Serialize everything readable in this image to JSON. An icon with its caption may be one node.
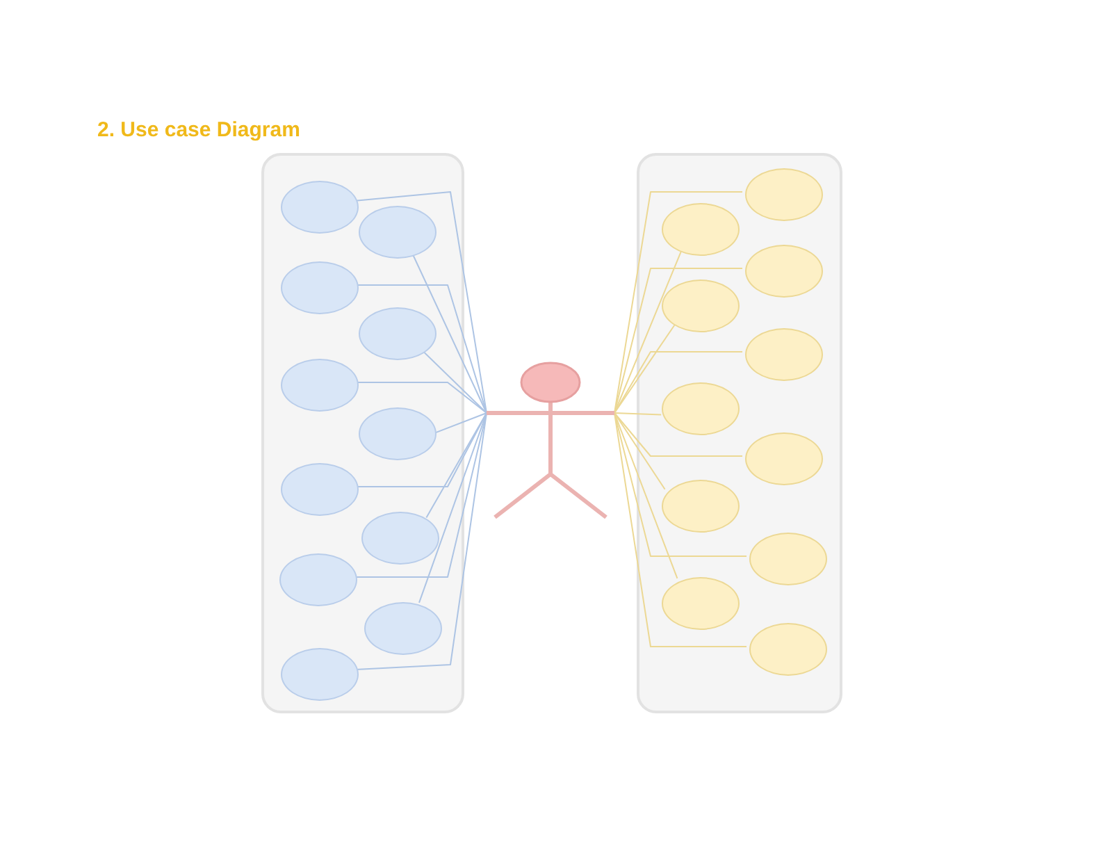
{
  "diagram": {
    "title": "2. Use case Diagram",
    "nodes": [
      {
        "text": [],
        "shape": "box"
      },
      {
        "text": [],
        "shape": "ellipse",
        "in": 0
      },
      {
        "text": [],
        "shape": "ellipse",
        "in": 0
      },
      {
        "text": [],
        "shape": "ellipse",
        "in": 0
      },
      {
        "text": [],
        "shape": "ellipse",
        "in": 0
      },
      {
        "text": [],
        "shape": "ellipse",
        "in": 0
      },
      {
        "text": [],
        "shape": "ellipse",
        "in": 0
      },
      {
        "text": [],
        "shape": "ellipse",
        "in": 0
      },
      {
        "text": [],
        "shape": "ellipse",
        "in": 0
      },
      {
        "text": [],
        "shape": "ellipse",
        "in": 0
      },
      {
        "text": [],
        "shape": "ellipse",
        "in": 0
      },
      {
        "text": [],
        "shape": "ellipse",
        "in": 0
      },
      {
        "text": [],
        "shape": "person"
      },
      {
        "text": [],
        "shape": "box"
      },
      {
        "text": [],
        "shape": "ellipse",
        "in": 13
      },
      {
        "text": [],
        "shape": "ellipse",
        "in": 13
      },
      {
        "text": [],
        "shape": "ellipse",
        "in": 13
      },
      {
        "text": [],
        "shape": "ellipse",
        "in": 13
      },
      {
        "text": [],
        "shape": "ellipse",
        "in": 13
      },
      {
        "text": [],
        "shape": "ellipse",
        "in": 13
      },
      {
        "text": [],
        "shape": "ellipse",
        "in": 13
      },
      {
        "text": [],
        "shape": "ellipse",
        "in": 13
      },
      {
        "text": [],
        "shape": "ellipse",
        "in": 13
      },
      {
        "text": [],
        "shape": "ellipse",
        "in": 13
      },
      {
        "text": [],
        "shape": "ellipse",
        "in": 13
      }
    ],
    "edges": [
      {
        "from": 1,
        "to": 12,
        "arrow": "none"
      },
      {
        "from": 2,
        "to": 12,
        "arrow": "none"
      },
      {
        "from": 3,
        "to": 12,
        "arrow": "none"
      },
      {
        "from": 4,
        "to": 12,
        "arrow": "none"
      },
      {
        "from": 5,
        "to": 12,
        "arrow": "none"
      },
      {
        "from": 6,
        "to": 12,
        "arrow": "none"
      },
      {
        "from": 7,
        "to": 12,
        "arrow": "none"
      },
      {
        "from": 8,
        "to": 12,
        "arrow": "none"
      },
      {
        "from": 9,
        "to": 12,
        "arrow": "none"
      },
      {
        "from": 10,
        "to": 12,
        "arrow": "none"
      },
      {
        "from": 11,
        "to": 12,
        "arrow": "none"
      },
      {
        "from": 14,
        "to": 12,
        "arrow": "none",
        "color": "#ecd894"
      },
      {
        "from": 15,
        "to": 12,
        "arrow": "none",
        "color": "#ecd894"
      },
      {
        "from": 16,
        "to": 12,
        "arrow": "none",
        "color": "#ecd894"
      },
      {
        "from": 17,
        "to": 12,
        "arrow": "none",
        "color": "#ecd894"
      },
      {
        "from": 18,
        "to": 12,
        "arrow": "none",
        "color": "#ecd894"
      },
      {
        "from": 19,
        "to": 12,
        "arrow": "none",
        "color": "#ecd894"
      },
      {
        "from": 20,
        "to": 12,
        "arrow": "none",
        "color": "#ecd894"
      },
      {
        "from": 21,
        "to": 12,
        "arrow": "none",
        "color": "#ecd894"
      },
      {
        "from": 22,
        "to": 12,
        "arrow": "none",
        "color": "#ecd894"
      },
      {
        "from": 23,
        "to": 12,
        "arrow": "none",
        "color": "#ecd894"
      },
      {
        "from": 24,
        "to": 12,
        "arrow": "none",
        "color": "#ecd894"
      }
    ]
  }
}
